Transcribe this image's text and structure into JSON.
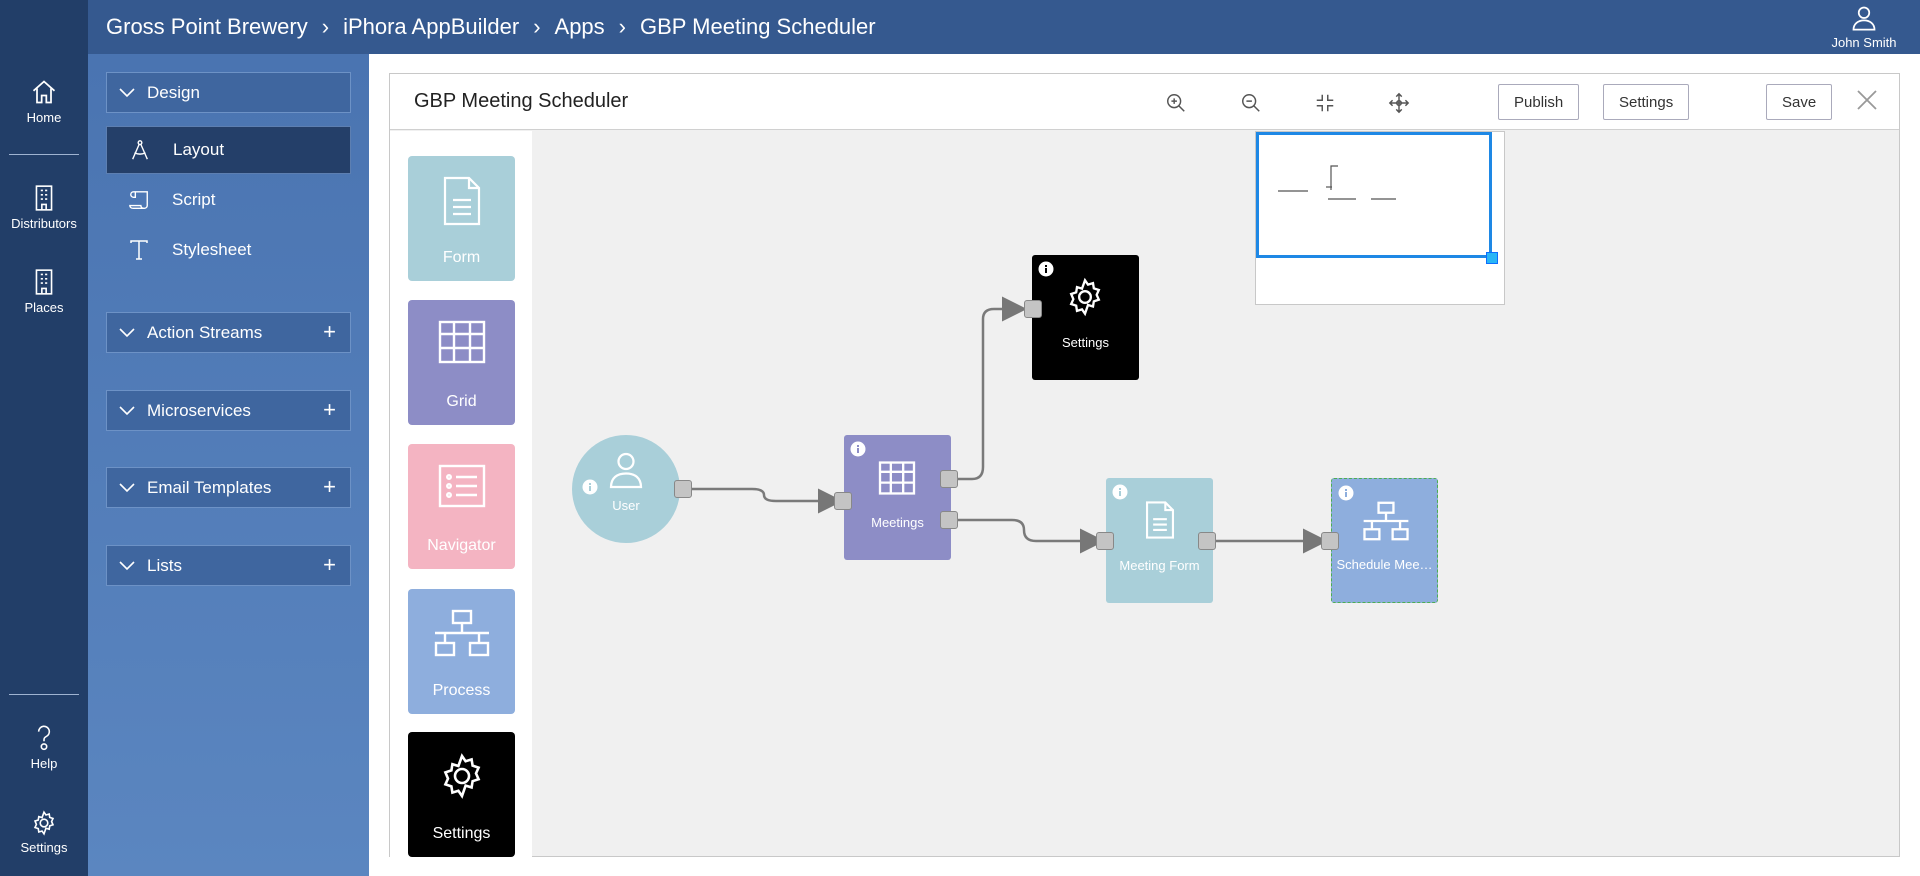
{
  "header": {
    "breadcrumb": [
      "Gross Point Brewery",
      "iPhora AppBuilder",
      "Apps",
      "GBP Meeting Scheduler"
    ],
    "separator": "›",
    "user_name": "John Smith"
  },
  "rail": {
    "items": [
      {
        "label": "Home",
        "icon": "home-icon"
      },
      {
        "label": "Distributors",
        "icon": "building-icon"
      },
      {
        "label": "Places",
        "icon": "building-icon"
      }
    ],
    "bottom": [
      {
        "label": "Help",
        "icon": "help-icon"
      },
      {
        "label": "Settings",
        "icon": "gear-icon"
      }
    ]
  },
  "panel": {
    "design_label": "Design",
    "items": [
      {
        "label": "Layout",
        "icon": "compass-icon",
        "active": true
      },
      {
        "label": "Script",
        "icon": "scroll-icon",
        "active": false
      },
      {
        "label": "Stylesheet",
        "icon": "text-icon",
        "active": false
      }
    ],
    "sections": [
      "Action Streams",
      "Microservices",
      "Email Templates",
      "Lists"
    ],
    "plus": "+"
  },
  "designer": {
    "title": "GBP Meeting Scheduler",
    "buttons": {
      "publish": "Publish",
      "settings": "Settings",
      "save": "Save"
    },
    "tools": [
      "zoom-in-icon",
      "zoom-out-icon",
      "fit-icon",
      "pan-icon"
    ],
    "palette": [
      {
        "label": "Form",
        "color": "#a9cfd9"
      },
      {
        "label": "Grid",
        "color": "#8d8dc6"
      },
      {
        "label": "Navigator",
        "color": "#f4b4c2"
      },
      {
        "label": "Process",
        "color": "#8eaedd"
      },
      {
        "label": "Settings",
        "color": "#000000"
      }
    ],
    "nodes": {
      "user": "User",
      "meetings": "Meetings",
      "settings": "Settings",
      "meeting_form": "Meeting Form",
      "schedule": "Schedule Mee…"
    }
  },
  "colors": {
    "header": "#35598f",
    "rail": "#223e68",
    "panel": "#4a74b1",
    "user_node": "#a9cfd9",
    "grid_node": "#8d8dc6",
    "form_node": "#a9cfd9",
    "process_node": "#8eaedd",
    "settings_node": "#000000"
  }
}
